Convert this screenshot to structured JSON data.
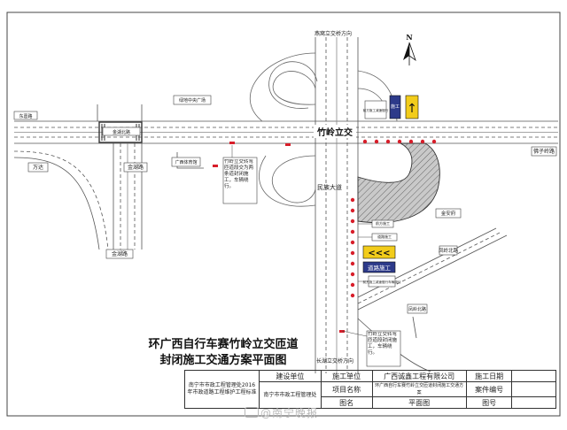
{
  "plan": {
    "title_line1": "环广西自行车赛竹岭立交匝道",
    "title_line2": "封闭施工交通方案平面图",
    "north_label": "N",
    "labels": {
      "north_road": "燕窝立交桥方向",
      "south_road": "长湖立交桥方向",
      "west_road": "东葛路",
      "jinhu_north": "金湖北路",
      "jinhu_south": "金湖路",
      "minzu_road": "民族大道",
      "square": "绿地中央广场",
      "guangxi_gym": "广西体育馆",
      "interchange": "竹岭立交",
      "west_block": "万达",
      "fozi_road": "佛子岭路",
      "an_ji": "金安府",
      "fengling": "凤岭北路",
      "note_left": "竹岭立交转弯匝道段交为两条道封闭施工，车辆绕行。",
      "note_bottom": "竹岭立交转弯匝道段封闭施工，车辆绕行。",
      "sign_top": "前方施工减速慢行",
      "sign_small1": "前方施工",
      "sign_small2": "道路施工",
      "sign_small3": "前方施工减速慢行车辆绕行",
      "sign_road_work": "道路施工",
      "yellow_arrow": "↑",
      "chevrons": "<<<"
    }
  },
  "table": {
    "build_unit_label": "建设单位",
    "build_unit_value": "南宁市市政工程管理处",
    "construct_unit_label": "施工单位",
    "construct_unit_value": "广西诚鑫工程有限公司",
    "date_label": "施工日期",
    "date_value": "",
    "project_name_label": "项目名称",
    "project_name_value": "环广西自行车赛竹岭立交匝道封闭施工交通方案",
    "drawing_no_label": "案件编号",
    "drawing_no_value": "",
    "drawing_name_label": "图名",
    "drawing_name_value": "平面图",
    "sheet_label": "图号",
    "sheet_value": "",
    "left_note": "南宁市市政工程管理处2016年市政道路工程维护工程标准"
  },
  "watermark": "@南宁晚报",
  "colors": {
    "ramp_fill": "#c9c9c9",
    "cone": "#d81e2a",
    "sign_blue": "#2d3a8a",
    "sign_yellow": "#f2cc1b"
  }
}
